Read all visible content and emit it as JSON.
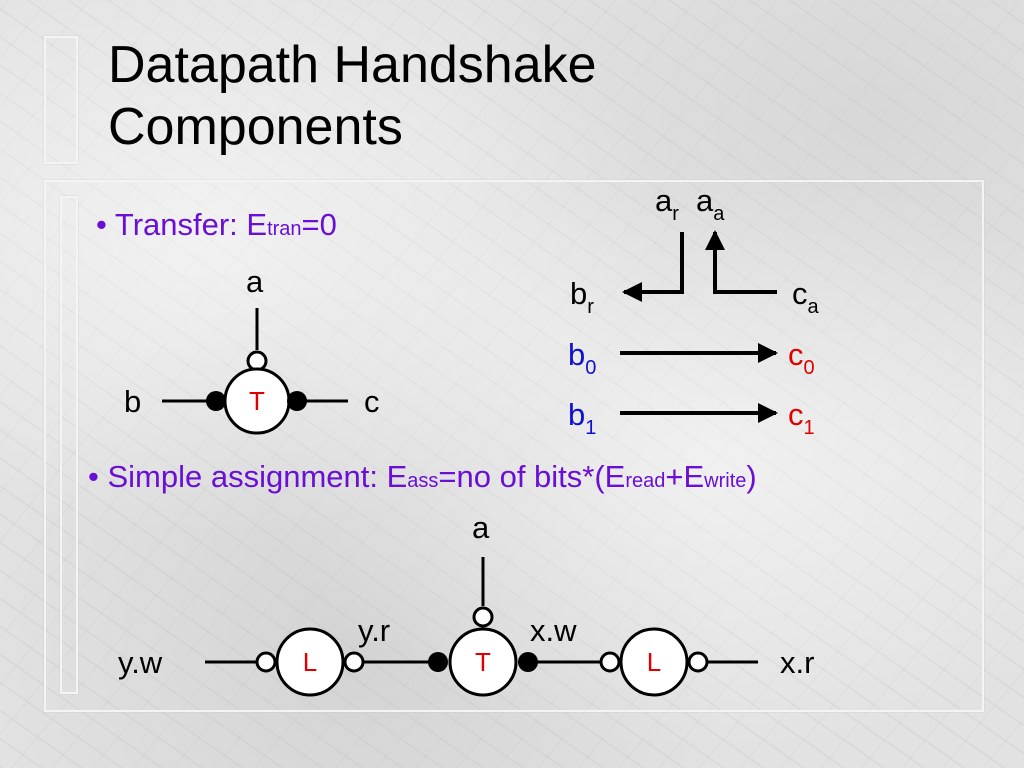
{
  "title": {
    "line1": "Datapath Handshake",
    "line2": "Components"
  },
  "bullets": {
    "transfer": {
      "prefix": "• Transfer: E",
      "sub": "tran",
      "suffix": "=0"
    },
    "assignment": {
      "prefix": "• Simple assignment: E",
      "sub1": "ass",
      "mid": "=no of bits*(E",
      "sub2": "read",
      "plus": "+E",
      "sub3": "write",
      "suffix": ")"
    }
  },
  "transfer_diagram": {
    "node_letter": "T",
    "port_top": "a",
    "port_left": "b",
    "port_right": "c"
  },
  "handshake_diagram": {
    "a": "a",
    "a_r_sub": "r",
    "a_a_sub": "a",
    "b": "b",
    "b_r_sub": "r",
    "c": "c",
    "c_a_sub": "a",
    "b0": "b",
    "b0_sub": "0",
    "c0": "c",
    "c0_sub": "0",
    "b1": "b",
    "b1_sub": "1",
    "c1": "c",
    "c1_sub": "1"
  },
  "assignment_diagram": {
    "left_node": "L",
    "center_node": "T",
    "right_node": "L",
    "port_top": "a",
    "label_yr": "y.r",
    "label_xw": "x.w",
    "label_yw": "y.w",
    "label_xr": "x.r"
  },
  "colors": {
    "bullet_text": "#6a0fd6",
    "blue_label": "#1010d0",
    "red_label": "#e00000"
  }
}
